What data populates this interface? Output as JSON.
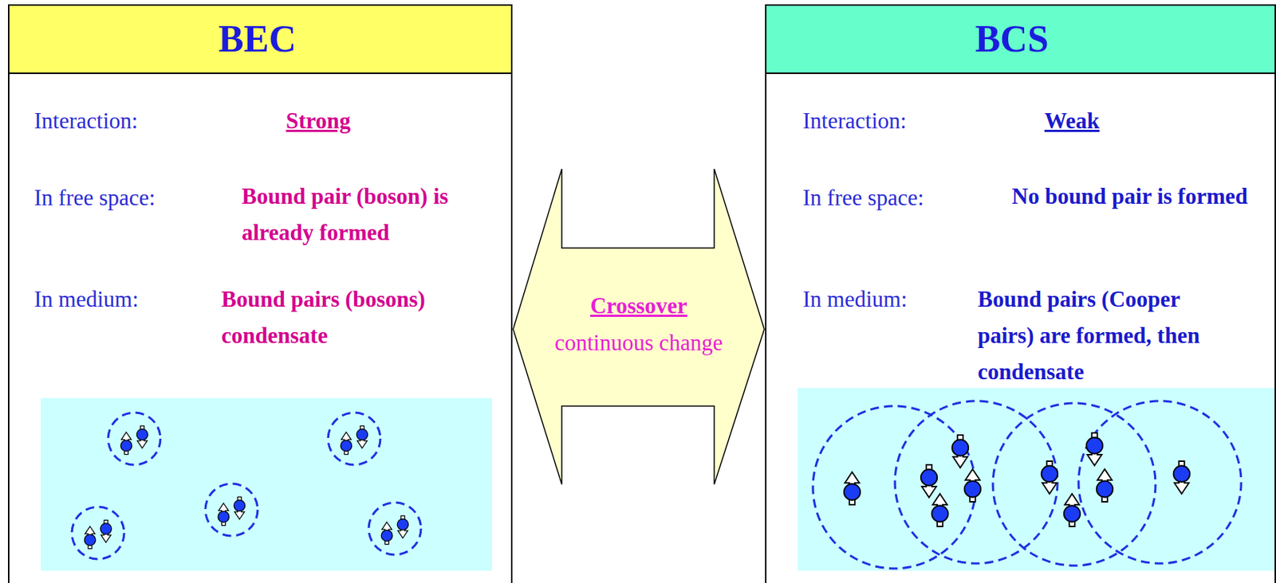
{
  "diagram": {
    "nodes": [
      {
        "text": [
          "BEC",
          "Interaction:",
          "Strong",
          "In free space:",
          "Bound pair (boson) is already formed",
          "In medium:",
          "Bound pairs (bosons) condensate"
        ]
      },
      {
        "text": [
          "Crossover",
          "continuous change"
        ]
      },
      {
        "text": [
          "BCS",
          "Interaction:",
          "Weak",
          "In free space:",
          "No bound pair is formed",
          "In medium:",
          "Bound pairs (Cooper pairs) are formed, then condensate"
        ]
      }
    ]
  }
}
